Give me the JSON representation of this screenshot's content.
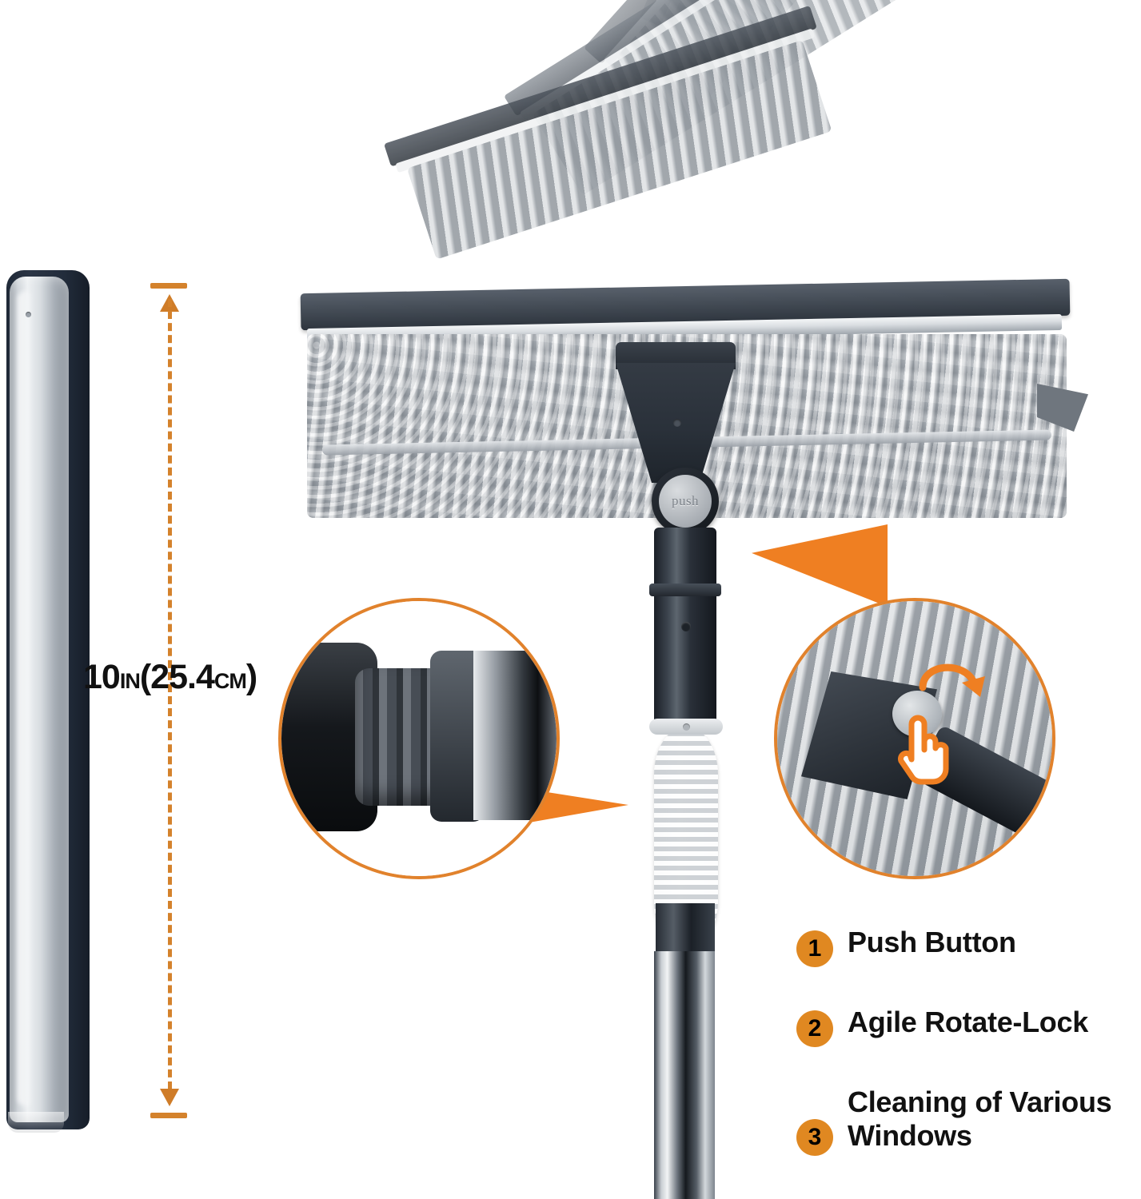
{
  "product": {
    "name": "window-squeegee-cleaning-kit",
    "background_color": "#ffffff",
    "accent_color": "#ef7f22",
    "badge_color": "#e08821",
    "dimension_line_color": "#d4822c"
  },
  "dimension": {
    "value": "10",
    "unit_primary": "IN",
    "open_paren": "(",
    "value_metric": "25.4",
    "unit_metric": "CM",
    "close_paren": ")",
    "full_label": "10IN(25.4CM)"
  },
  "parts": {
    "replacement_blade": "replacement-squeegee-blade",
    "squeegee_head": "squeegee-head",
    "microfiber_pad": "microfiber-chenille-pad",
    "pivot_bracket": "pivot-bracket",
    "extension_pole": "telescoping-extension-pole",
    "rubber_grip": "rubber-grip"
  },
  "push_button": {
    "label": "push"
  },
  "detail_callouts": [
    {
      "id": "rotate-lock-detail",
      "position": "left",
      "depicts": "ribbed rotate-lock joint with chrome pole",
      "arrow_direction": "right"
    },
    {
      "id": "push-button-detail",
      "position": "right",
      "depicts": "finger pressing push button with rotation arrow",
      "arrow_direction": "up-left",
      "has_hand_cursor": true,
      "has_rotation_arrow": true
    }
  ],
  "features": [
    {
      "number": "1",
      "label": "Push Button"
    },
    {
      "number": "2",
      "label": "Agile Rotate-Lock"
    },
    {
      "number": "3",
      "label": "Cleaning of Various Windows"
    }
  ],
  "motion_fan": {
    "description": "ghosted sequence of squeegee head rotating through pivot positions",
    "positions": 5
  }
}
